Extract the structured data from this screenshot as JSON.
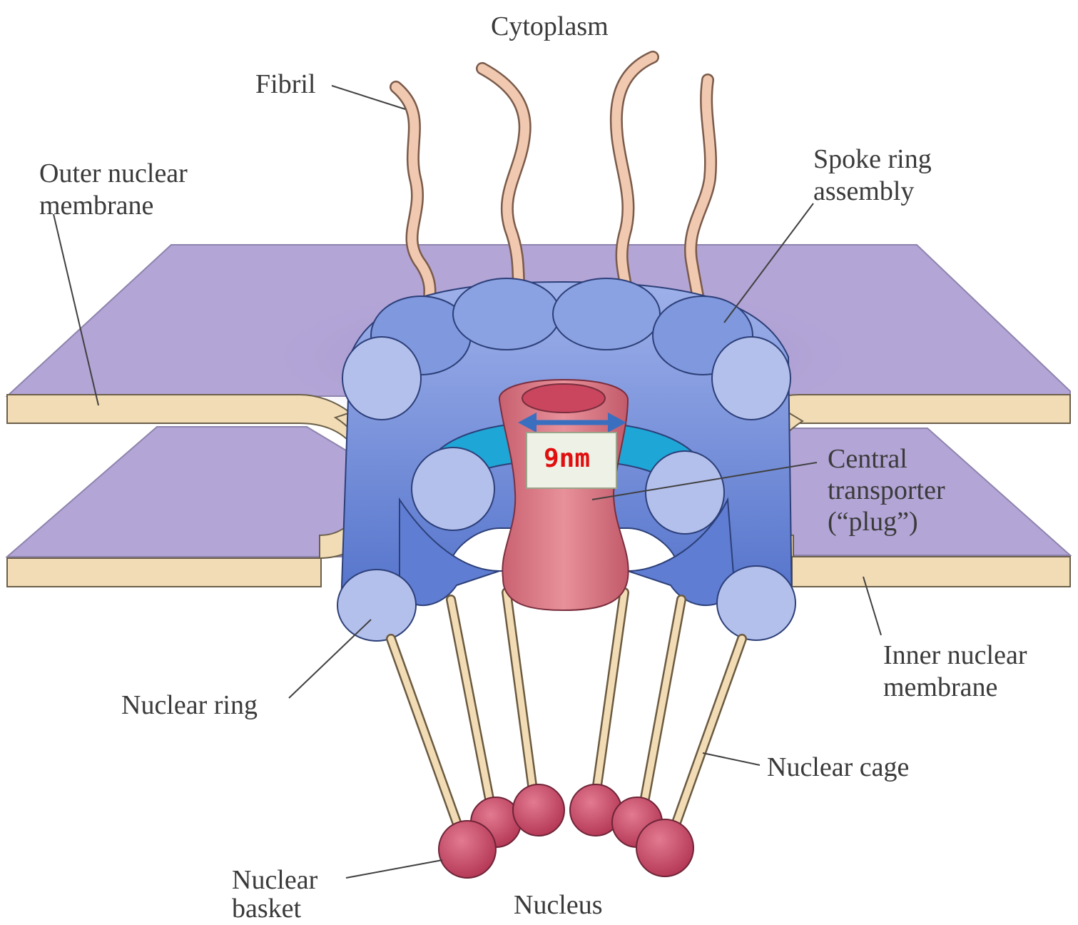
{
  "labels": {
    "cytoplasm": "Cytoplasm",
    "fibril": "Fibril",
    "outer_membrane": [
      "Outer nuclear",
      "membrane"
    ],
    "spoke_ring": [
      "Spoke ring",
      "assembly"
    ],
    "central_transporter": [
      "Central",
      "transporter",
      "(“plug”)"
    ],
    "inner_membrane": [
      "Inner nuclear",
      "membrane"
    ],
    "nuclear_ring": "Nuclear ring",
    "nuclear_cage": "Nuclear cage",
    "nuclear_basket": [
      "Nuclear",
      "basket"
    ],
    "nucleus": "Nucleus"
  },
  "measurement": {
    "value": "9nm"
  },
  "colors": {
    "membrane_surface": "#b3a5d6",
    "membrane_edge": "#f2dcb5",
    "spoke_ring": "#6f8cd8",
    "spoke_cap": "#b4c0ec",
    "plug": "#d97885",
    "basket_ball": "#c84a66",
    "fibril": "#f0c9b0",
    "measure_text": "#e01010",
    "arrow": "#3a6fbf"
  }
}
